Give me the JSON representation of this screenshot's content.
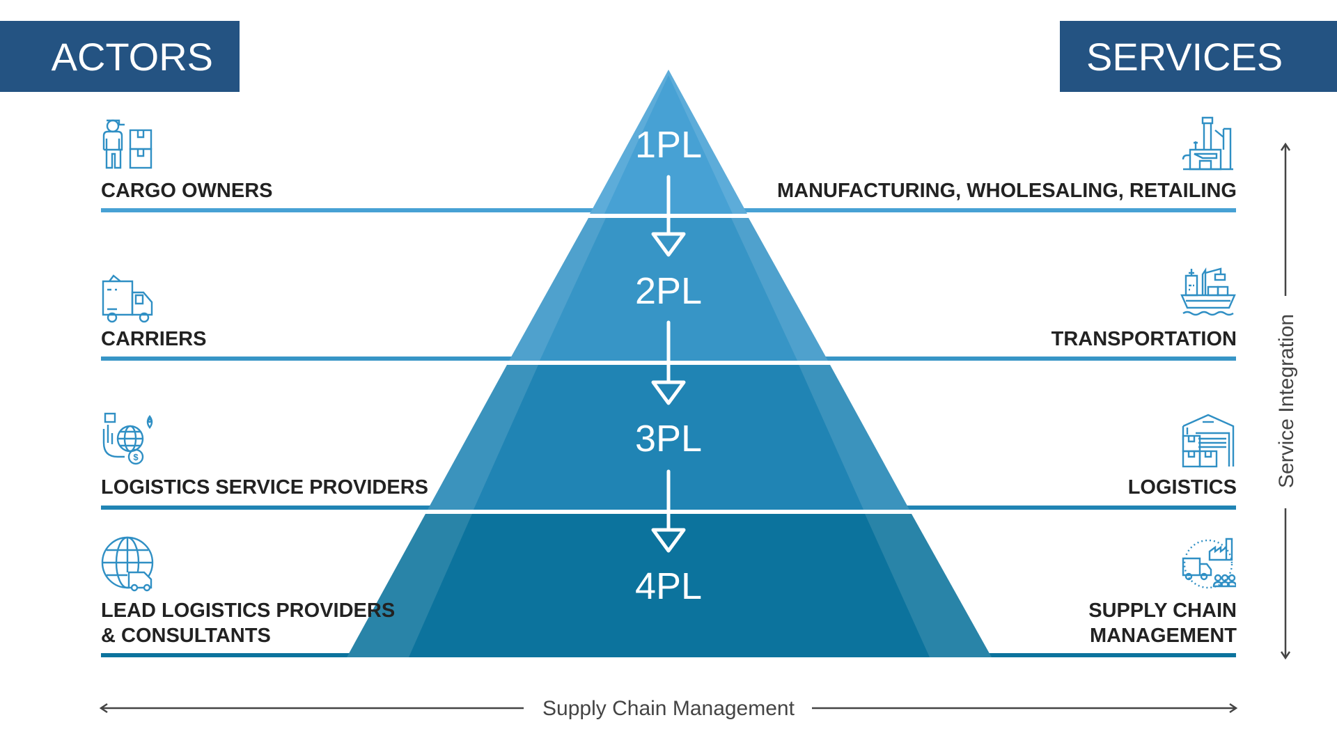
{
  "headers": {
    "actors": "ACTORS",
    "services": "SERVICES"
  },
  "colors": {
    "header_bg": "#245382",
    "tier1": "#47a1d4",
    "tier2": "#3795c6",
    "tier3": "#2084b4",
    "tier4": "#0c739d",
    "text": "#222222",
    "axis": "#444444"
  },
  "tiers": [
    {
      "label": "1PL",
      "actor": "CARGO OWNERS",
      "actor_icon": "worker-boxes-icon",
      "service": "MANUFACTURING, WHOLESALING, RETAILING",
      "service_icon": "factory-icon"
    },
    {
      "label": "2PL",
      "actor": "CARRIERS",
      "actor_icon": "truck-icon",
      "service": "TRANSPORTATION",
      "service_icon": "cargo-ship-icon"
    },
    {
      "label": "3PL",
      "actor": "LOGISTICS SERVICE PROVIDERS",
      "actor_icon": "hand-globe-dollar-icon",
      "service": "LOGISTICS",
      "service_icon": "warehouse-icon"
    },
    {
      "label": "4PL",
      "actor": [
        "LEAD LOGISTICS PROVIDERS",
        "& CONSULTANTS"
      ],
      "actor_icon": "globe-van-icon",
      "service": [
        "SUPPLY CHAIN",
        "MANAGEMENT"
      ],
      "service_icon": "supply-chain-cycle-icon"
    }
  ],
  "axes": {
    "horizontal": "Supply Chain Management",
    "vertical": "Service Integration"
  }
}
